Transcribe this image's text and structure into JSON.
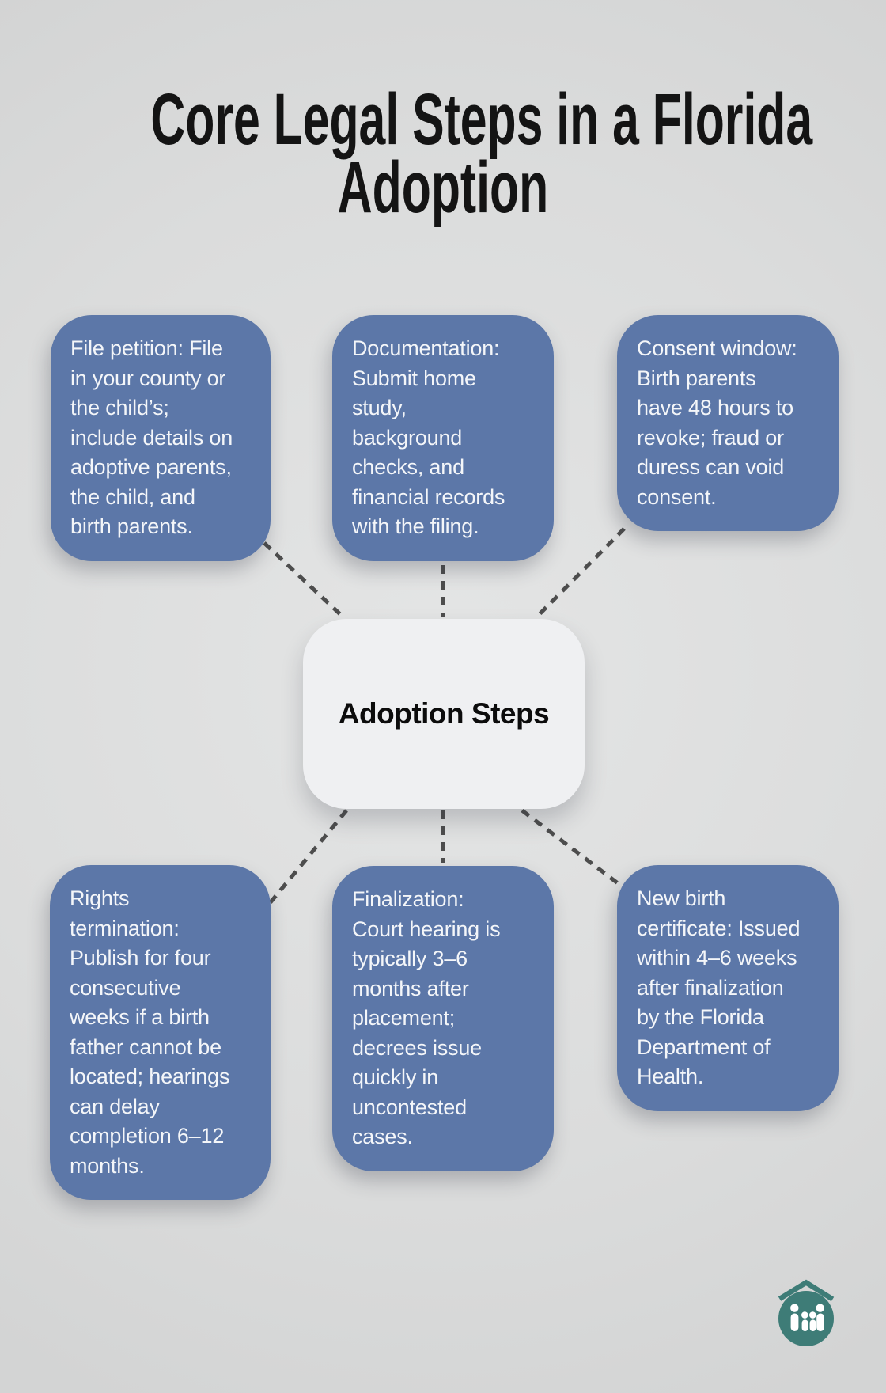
{
  "title": "Core Legal Steps in a Florida\nAdoption",
  "center": {
    "label": "Adoption Steps"
  },
  "steps": [
    {
      "id": "file-petition",
      "text": "File petition: File\nin your county or\nthe child’s;\ninclude details on\nadoptive parents,\nthe child, and\nbirth parents."
    },
    {
      "id": "documentation",
      "text": "Documentation:\nSubmit home\nstudy,\nbackground\nchecks, and\nfinancial records\nwith the filing."
    },
    {
      "id": "consent-window",
      "text": "Consent window:\nBirth parents\nhave 48 hours to\nrevoke; fraud or\nduress can void\nconsent."
    },
    {
      "id": "rights-termination",
      "text": "Rights\ntermination:\nPublish for four\nconsecutive\nweeks if a birth\nfather cannot be\nlocated; hearings\ncan delay\ncompletion 6–12\nmonths."
    },
    {
      "id": "finalization",
      "text": "Finalization:\nCourt hearing is\ntypically 3–6\nmonths after\nplacement;\ndecrees issue\nquickly in\nuncontested\ncases."
    },
    {
      "id": "new-birth-certificate",
      "text": "New birth\ncertificate: Issued\nwithin 4–6 weeks\nafter finalization\nby the Florida\nDepartment of\nHealth."
    }
  ],
  "logo": {
    "icon": "family-under-roof-icon",
    "color": "#3e7c77"
  },
  "colors": {
    "background": "#dcdddd",
    "step_box": "#5c77a8",
    "step_text": "#f4f6f9",
    "center_box": "#eff0f2",
    "title_text": "#141414",
    "connector": "#4d4d4d"
  }
}
